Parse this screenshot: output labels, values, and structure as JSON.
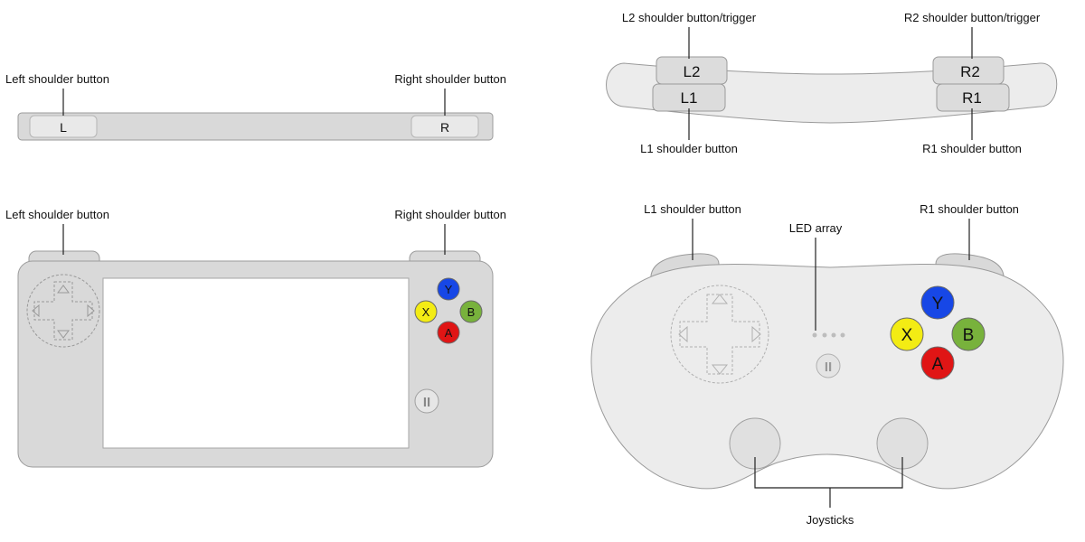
{
  "panels": {
    "top_left": {
      "left_label": "Left shoulder button",
      "right_label": "Right shoulder button",
      "left_button": "L",
      "right_button": "R"
    },
    "bottom_left": {
      "left_label": "Left shoulder button",
      "right_label": "Right shoulder button",
      "face_buttons": {
        "y": "Y",
        "x": "X",
        "b": "B",
        "a": "A"
      },
      "pause_glyph": "II"
    },
    "top_right": {
      "l2_label": "L2 shoulder button/trigger",
      "r2_label": "R2 shoulder button/trigger",
      "l1_label": "L1 shoulder button",
      "r1_label": "R1 shoulder button",
      "buttons": {
        "l2": "L2",
        "l1": "L1",
        "r2": "R2",
        "r1": "R1"
      }
    },
    "bottom_right": {
      "l1_label": "L1 shoulder button",
      "r1_label": "R1 shoulder button",
      "led_label": "LED array",
      "joysticks_label": "Joysticks",
      "face_buttons": {
        "y": "Y",
        "x": "X",
        "b": "B",
        "a": "A"
      },
      "pause_glyph": "II"
    }
  },
  "colors": {
    "device_gray": "#d9d9d9",
    "controller_light": "#ececec",
    "outline": "#9a9a9a",
    "btn_y": "#1747e6",
    "btn_x": "#f3ec14",
    "btn_b": "#78b23c",
    "btn_a": "#e01515"
  }
}
